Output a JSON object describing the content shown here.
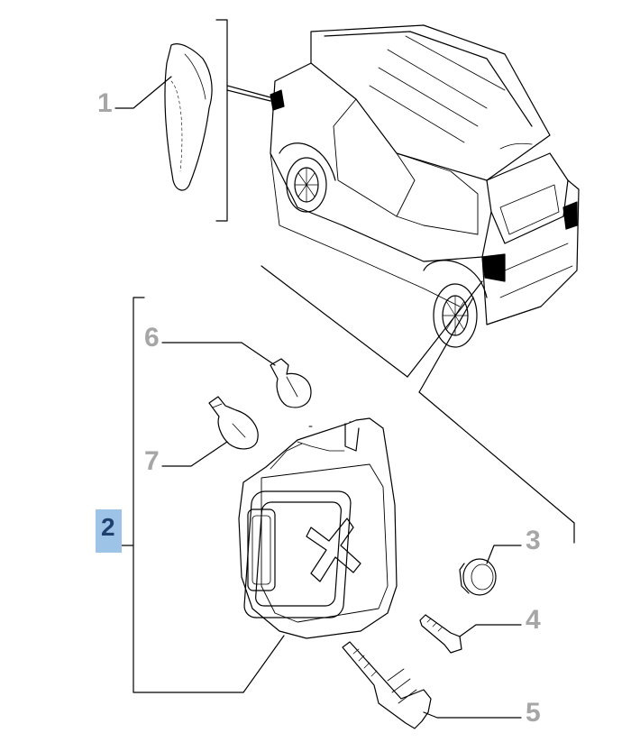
{
  "callouts": [
    {
      "id": "1",
      "label": "1"
    },
    {
      "id": "2",
      "label": "2"
    },
    {
      "id": "3",
      "label": "3"
    },
    {
      "id": "4",
      "label": "4"
    },
    {
      "id": "5",
      "label": "5"
    },
    {
      "id": "6",
      "label": "6"
    },
    {
      "id": "7",
      "label": "7"
    }
  ],
  "highlighted_callout": "2",
  "colors": {
    "line": "#000000",
    "label": "#a6a6a6",
    "highlight_bg": "#9dc3e6",
    "highlight_text": "#1f3f6e"
  }
}
